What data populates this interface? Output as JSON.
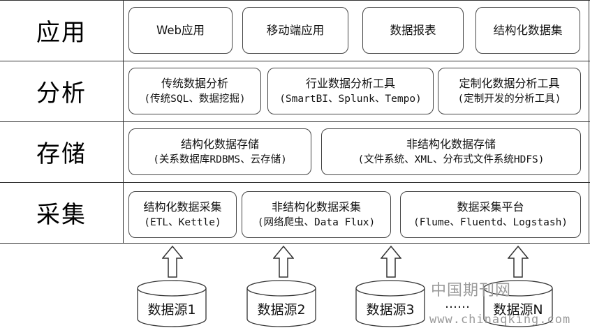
{
  "layers": {
    "app": {
      "label": "应用",
      "boxes": [
        {
          "title": "Web应用"
        },
        {
          "title": "移动端应用"
        },
        {
          "title": "数据报表"
        },
        {
          "title": "结构化数据集"
        }
      ]
    },
    "analysis": {
      "label": "分析",
      "boxes": [
        {
          "title": "传统数据分析",
          "sub": "(传统SQL、数据挖掘)"
        },
        {
          "title": "行业数据分析工具",
          "sub": "(SmartBI、Splunk、Tempo)"
        },
        {
          "title": "定制化数据分析工具",
          "sub": "(定制开发的分析工具)"
        }
      ]
    },
    "storage": {
      "label": "存储",
      "boxes": [
        {
          "title": "结构化数据存储",
          "sub": "(关系数据库RDBMS、云存储)"
        },
        {
          "title": "非结构化数据存储",
          "sub": "(文件系统、XML、分布式文件系统HDFS)"
        }
      ]
    },
    "collect": {
      "label": "采集",
      "boxes": [
        {
          "title": "结构化数据采集",
          "sub": "(ETL、Kettle)"
        },
        {
          "title": "非结构化数据采集",
          "sub": "(网络爬虫、Data Flux)"
        },
        {
          "title": "数据采集平台",
          "sub": "(Flume、Fluentd、Logstash)"
        }
      ]
    }
  },
  "sources": [
    "数据源1",
    "数据源2",
    "数据源3",
    "数据源N"
  ],
  "ellipsis": "……",
  "watermark": {
    "line1": "中国期刊网",
    "line2": "www.chinaqking.com"
  }
}
